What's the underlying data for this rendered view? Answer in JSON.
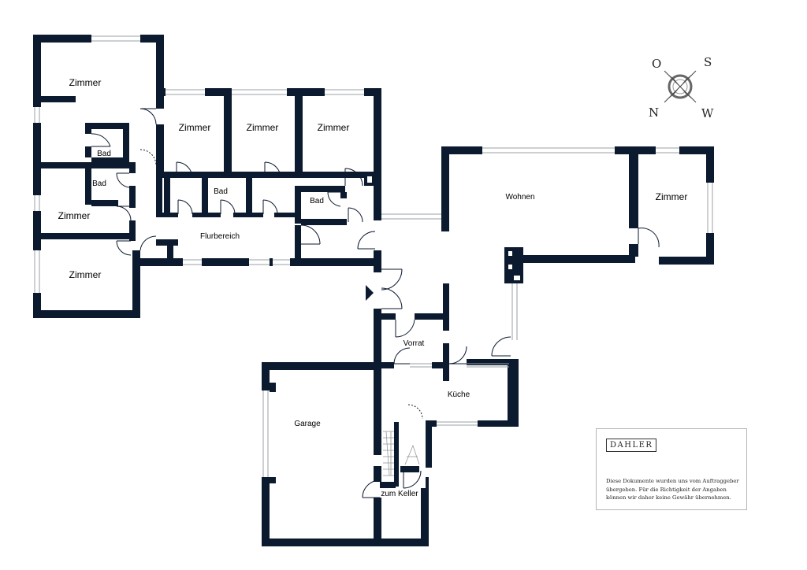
{
  "rooms": {
    "zimmer_1": "Zimmer",
    "zimmer_2": "Zimmer",
    "zimmer_3": "Zimmer",
    "zimmer_4": "Zimmer",
    "zimmer_5": "Zimmer",
    "zimmer_6": "Zimmer",
    "zimmer_7": "Zimmer",
    "bad_1": "Bad",
    "bad_2": "Bad",
    "bad_3": "Bad",
    "bad_4": "Bad",
    "flurbereich": "Flurbereich",
    "wohnen": "Wohnen",
    "vorrat": "Vorrat",
    "kueche": "Küche",
    "garage": "Garage",
    "zum_keller": "zum Keller"
  },
  "compass": {
    "north": "N",
    "south": "S",
    "east": "O",
    "west": "W",
    "icon": "compass-rose-icon"
  },
  "info_box": {
    "logo": "DAHLER",
    "disclaimer": "Diese Dokumente wurden uns vom Auftraggeber\nübergeben. Für die Richtigkeit der Angaben\nkönnen wir daher keine Gewähr übernehmen."
  },
  "colors": {
    "wall": "#0b1a2e",
    "window": "#9aa0a6",
    "background": "#ffffff"
  }
}
